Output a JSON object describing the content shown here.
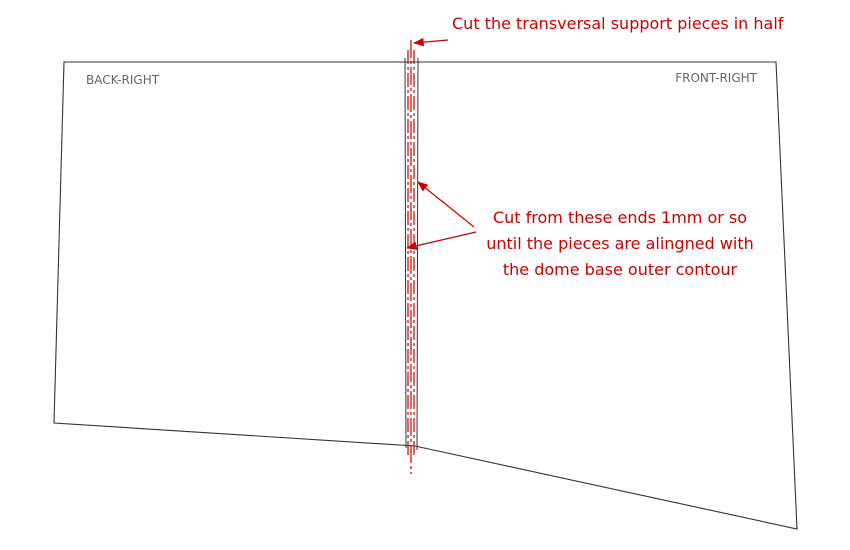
{
  "labels": {
    "back_right": "BACK-RIGHT",
    "front_right": "FRONT-RIGHT"
  },
  "annotations": {
    "cut_half": "Cut the transversal support pieces in half",
    "cut_ends_lines": [
      "Cut from these ends 1mm or so",
      "until the pieces are alingned with",
      "the dome base outer contour"
    ]
  },
  "colors": {
    "outline": "#333333",
    "annotation": "#cc0000",
    "label": "#666666"
  }
}
